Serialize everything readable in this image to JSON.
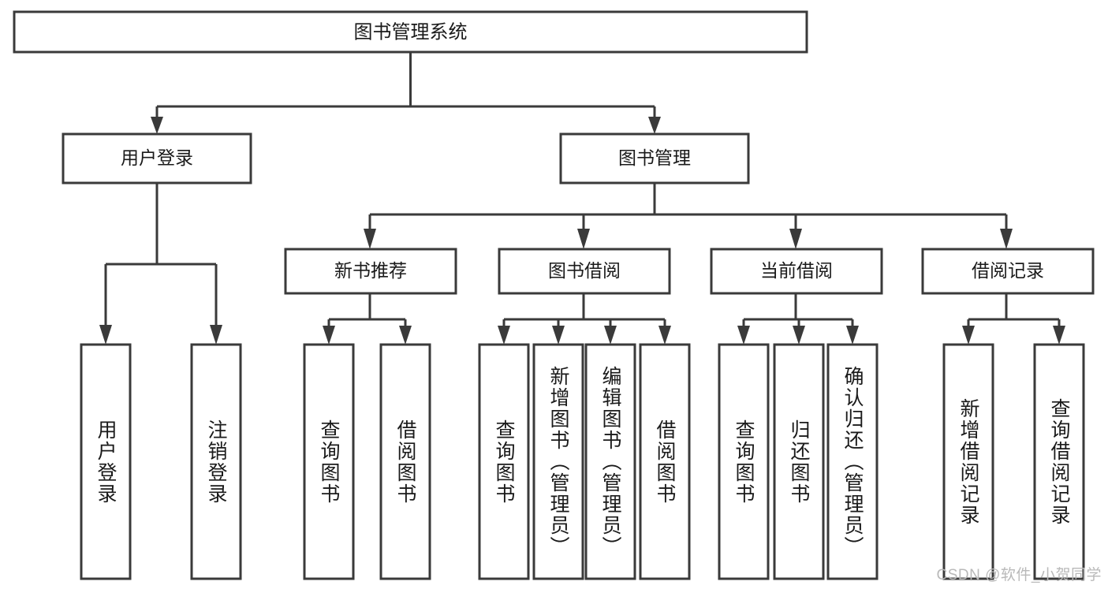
{
  "diagram": {
    "type": "tree-hierarchy",
    "title": "图书管理系统",
    "orientation": "top-down",
    "watermark": "CSDN @软件_小贺同学",
    "colors": {
      "box_stroke": "#3a3a3a",
      "box_fill": "#ffffff",
      "text": "#1a1a1a",
      "background": "#ffffff",
      "watermark": "#b9b9b9"
    },
    "root": {
      "id": "root",
      "label": "图书管理系统"
    },
    "level1": [
      {
        "id": "user-login",
        "label": "用户登录"
      },
      {
        "id": "book-manage",
        "label": "图书管理"
      }
    ],
    "level2": [
      {
        "id": "new-book-rec",
        "label": "新书推荐",
        "parent": "book-manage"
      },
      {
        "id": "book-borrow",
        "label": "图书借阅",
        "parent": "book-manage"
      },
      {
        "id": "current-borrow",
        "label": "当前借阅",
        "parent": "book-manage"
      },
      {
        "id": "borrow-record",
        "label": "借阅记录",
        "parent": "book-manage"
      }
    ],
    "leaves": [
      {
        "id": "leaf-user-login",
        "label": "用户登录",
        "parent": "user-login"
      },
      {
        "id": "leaf-user-logout",
        "label": "注销登录",
        "parent": "user-login"
      },
      {
        "id": "leaf-query-book-1",
        "label": "查询图书",
        "parent": "new-book-rec"
      },
      {
        "id": "leaf-borrow-book-1",
        "label": "借阅图书",
        "parent": "new-book-rec"
      },
      {
        "id": "leaf-query-book-2",
        "label": "查询图书",
        "parent": "book-borrow"
      },
      {
        "id": "leaf-add-book",
        "label": "新增图书（管理员）",
        "parent": "book-borrow"
      },
      {
        "id": "leaf-edit-book",
        "label": "编辑图书（管理员）",
        "parent": "book-borrow"
      },
      {
        "id": "leaf-borrow-book-2",
        "label": "借阅图书",
        "parent": "book-borrow"
      },
      {
        "id": "leaf-query-book-3",
        "label": "查询图书",
        "parent": "current-borrow"
      },
      {
        "id": "leaf-return-book",
        "label": "归还图书",
        "parent": "current-borrow"
      },
      {
        "id": "leaf-confirm-return",
        "label": "确认归还（管理员）",
        "parent": "current-borrow"
      },
      {
        "id": "leaf-add-record",
        "label": "新增借阅记录",
        "parent": "borrow-record"
      },
      {
        "id": "leaf-query-record",
        "label": "查询借阅记录",
        "parent": "borrow-record"
      }
    ]
  }
}
